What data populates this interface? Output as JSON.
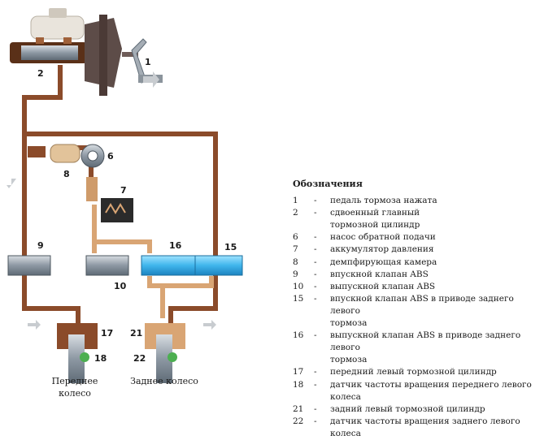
{
  "diagram": {
    "callouts": {
      "pedal": "1",
      "master_cylinder": "2",
      "pump": "6",
      "accumulator": "7",
      "damper": "8",
      "inlet_fl": "9",
      "outlet_fl": "10",
      "inlet_rl": "15",
      "outlet_rl": "16",
      "cyl_front": "17",
      "sensor_front": "18",
      "cyl_rear": "21",
      "sensor_rear": "22"
    },
    "wheel_front_line1": "Переднее",
    "wheel_front_line2": "колесо",
    "wheel_rear_line1": "Заднее колесо"
  },
  "legend": {
    "title": "Обозначения",
    "dash": "-",
    "items": [
      {
        "key": "1",
        "lines": [
          "педаль тормоза нажата"
        ]
      },
      {
        "key": "2",
        "lines": [
          "сдвоенный главный",
          "тормозной цилиндр"
        ]
      },
      {
        "key": "6",
        "lines": [
          "насос обратной подачи"
        ]
      },
      {
        "key": "7",
        "lines": [
          "аккумулятор давления"
        ]
      },
      {
        "key": "8",
        "lines": [
          "демпфирующая камера"
        ]
      },
      {
        "key": "9",
        "lines": [
          "впускной клапан ABS"
        ]
      },
      {
        "key": "10",
        "lines": [
          "выпускной клапан ABS"
        ]
      },
      {
        "key": "15",
        "lines": [
          "впускной клапан ABS в приводе заднего левого",
          "тормоза"
        ]
      },
      {
        "key": "16",
        "lines": [
          "выпускной клапан ABS в приводе заднего левого",
          "тормоза"
        ]
      },
      {
        "key": "17",
        "lines": [
          "передний левый тормозной цилиндр"
        ]
      },
      {
        "key": "18",
        "lines": [
          "датчик частоты вращения переднего левого колеса"
        ]
      },
      {
        "key": "21",
        "lines": [
          "задний левый тормозной цилиндр"
        ]
      },
      {
        "key": "22",
        "lines": [
          "датчик частоты вращения заднего левого колеса"
        ]
      }
    ]
  }
}
